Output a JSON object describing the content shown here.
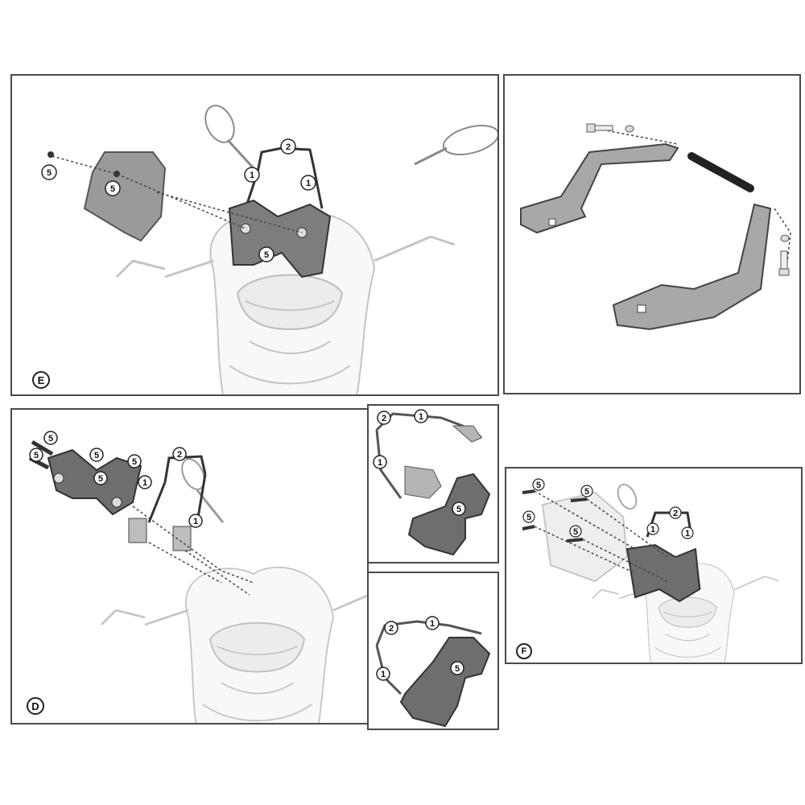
{
  "panels": {
    "E": {
      "tag": "E"
    },
    "D": {
      "tag": "D"
    },
    "F": {
      "tag": "F"
    }
  },
  "callouts": {
    "one": "1",
    "two": "2",
    "five": "5"
  },
  "colors": {
    "outline": "#4a4a4a",
    "part_dark": "#5c5c5c",
    "part_mid": "#9a9a9a",
    "bike_line": "#c4c4c4"
  }
}
